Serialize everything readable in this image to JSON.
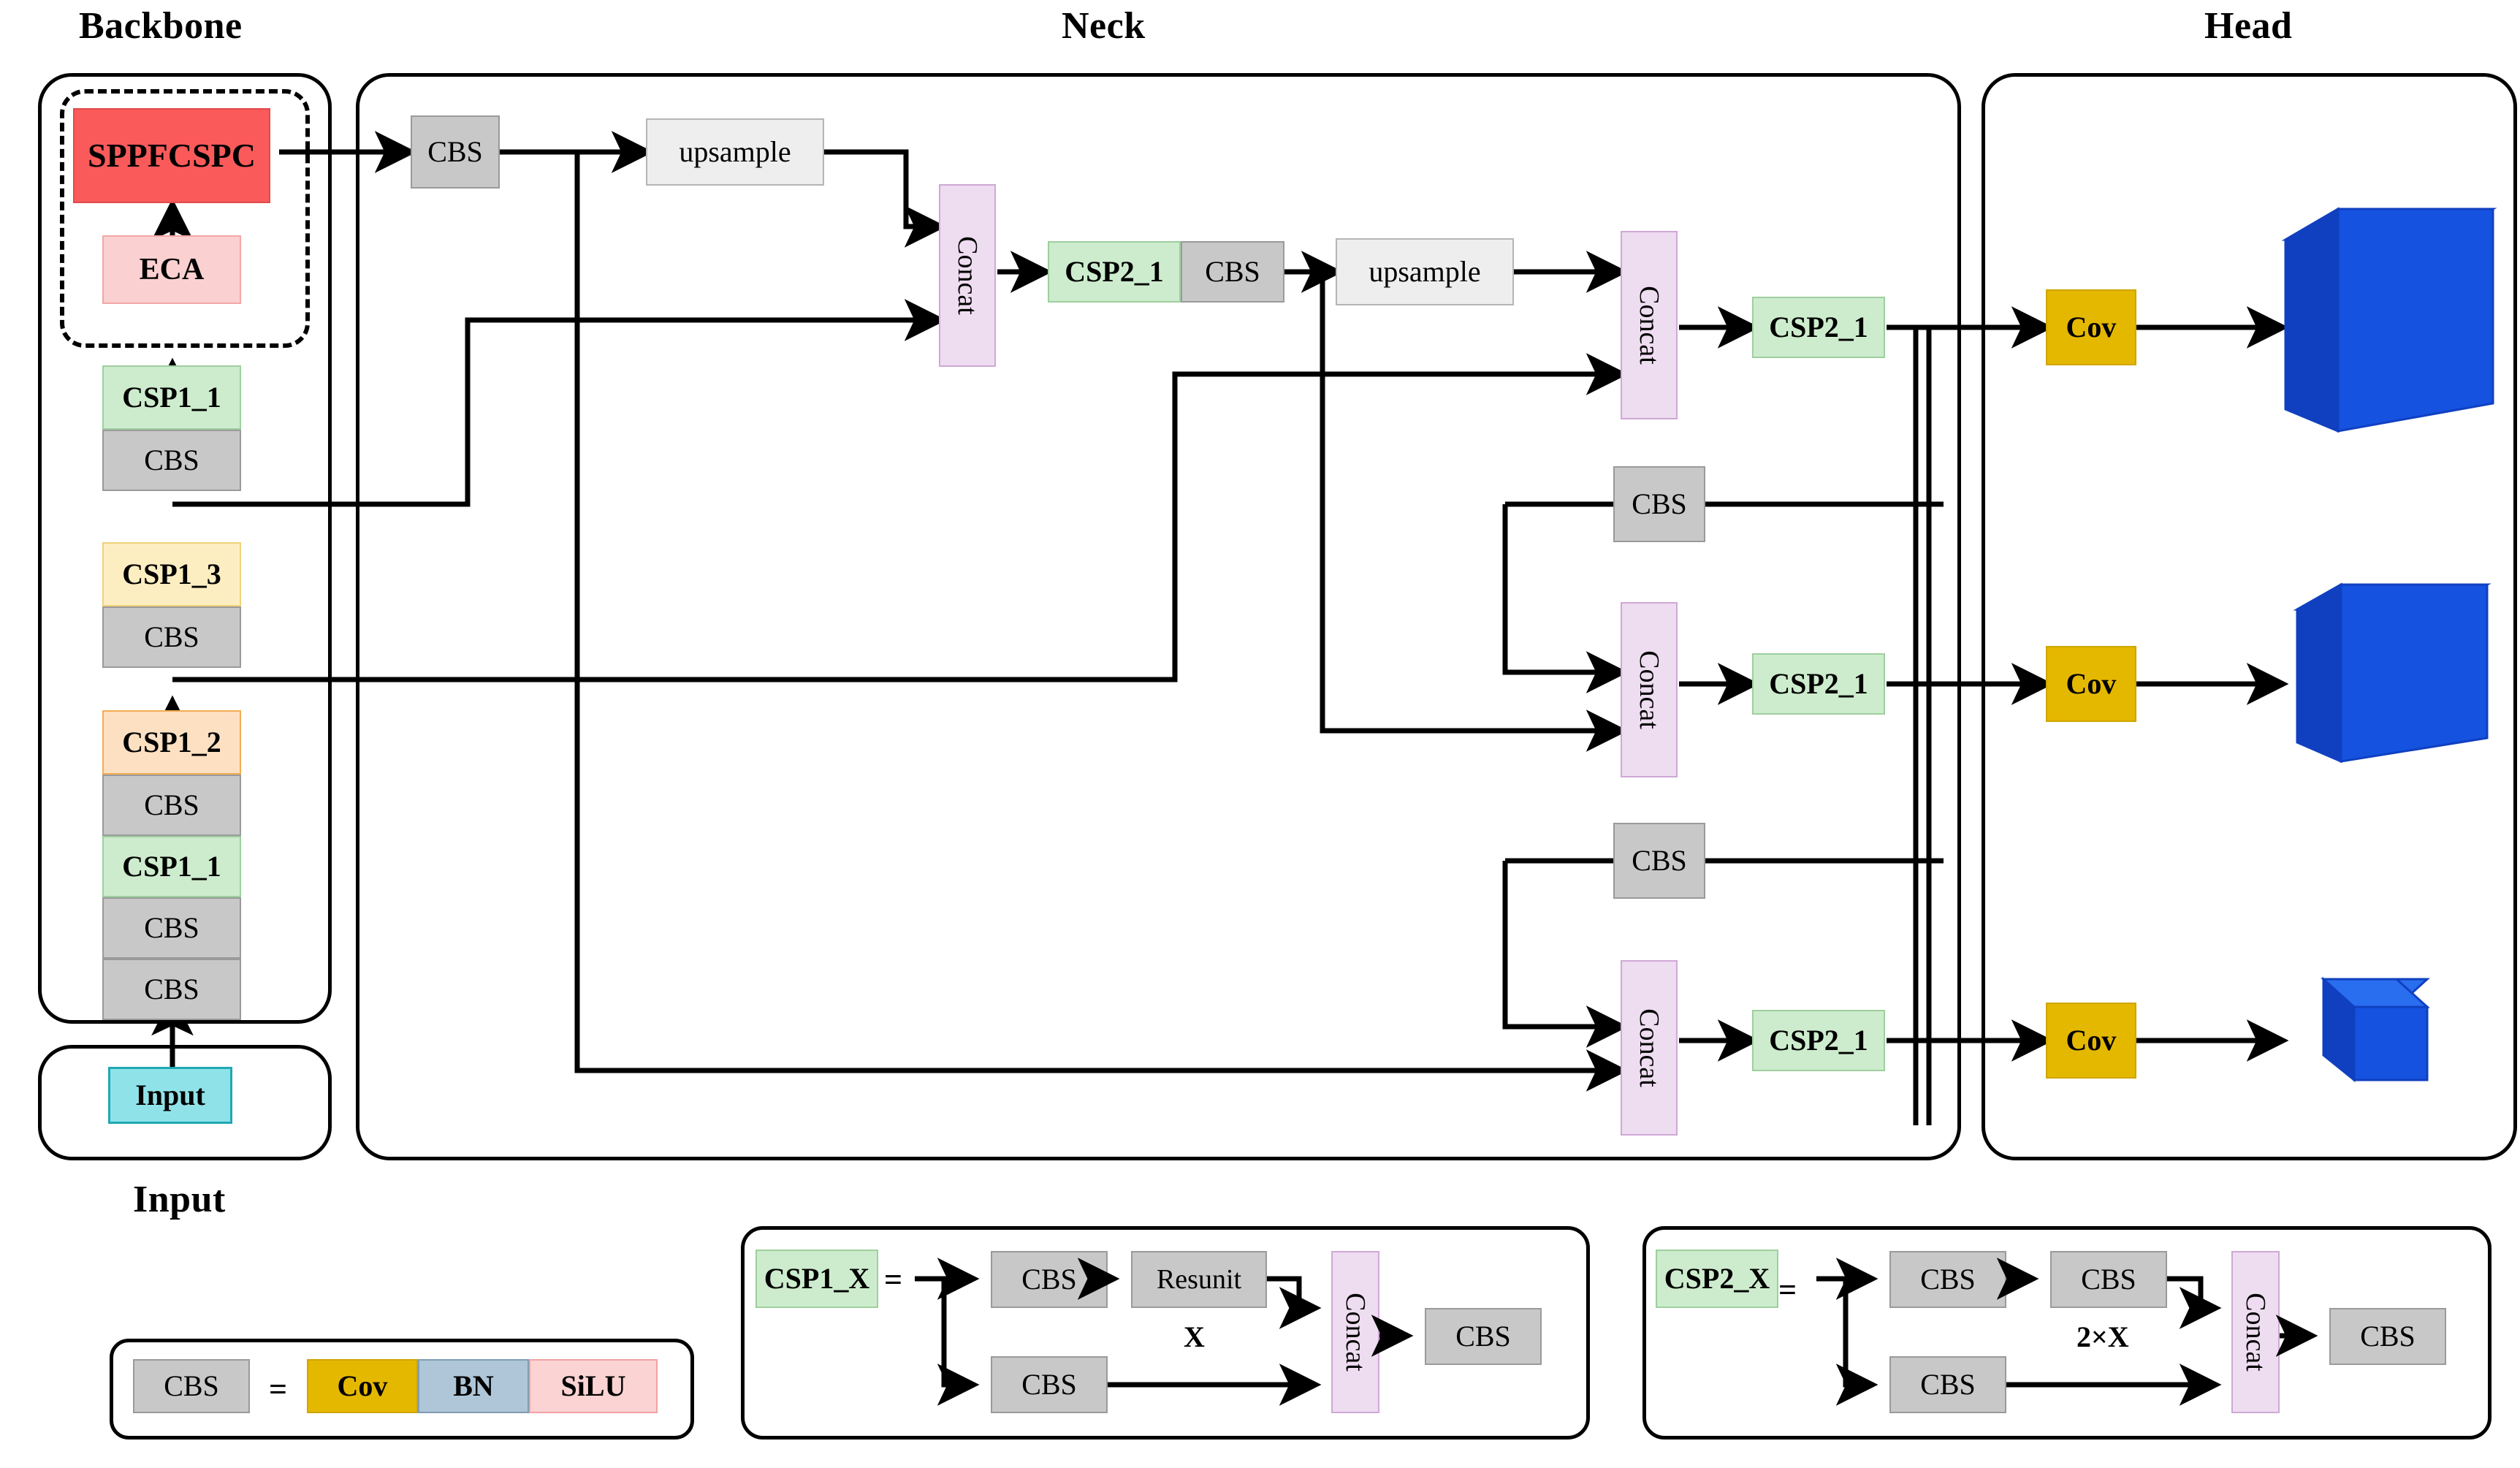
{
  "titles": {
    "backbone": "Backbone",
    "neck": "Neck",
    "head": "Head",
    "input_caption": "Input"
  },
  "backbone": {
    "attention_group": [
      "SPPFCSPC",
      "ECA"
    ],
    "stack": [
      {
        "label": "CSP1_1",
        "style": "csp1-1"
      },
      {
        "label": "CBS",
        "style": "cbs"
      },
      {
        "label": "CSP1_3",
        "style": "csp1-3"
      },
      {
        "label": "CBS",
        "style": "cbs"
      },
      {
        "label": "CSP1_2",
        "style": "csp1-2"
      },
      {
        "label": "CBS",
        "style": "cbs"
      },
      {
        "label": "CSP1_1",
        "style": "csp1-1"
      },
      {
        "label": "CBS",
        "style": "cbs"
      },
      {
        "label": "CBS",
        "style": "cbs"
      }
    ],
    "input": "Input"
  },
  "neck": {
    "cbs_top": "CBS",
    "upsample_1": "upsample",
    "concat_1": "Concat",
    "csp2_1_a": "CSP2_1",
    "cbs_mid": "CBS",
    "upsample_2": "upsample",
    "concat_2": "Concat",
    "csp2_1_b": "CSP2_1",
    "cbs_down_1": "CBS",
    "concat_3": "Concat",
    "csp2_1_c": "CSP2_1",
    "cbs_down_2": "CBS",
    "concat_4": "Concat",
    "csp2_1_d": "CSP2_1"
  },
  "head": {
    "cov_1": "Cov",
    "cov_2": "Cov",
    "cov_3": "Cov"
  },
  "legend_cbs": {
    "name": "CBS",
    "equals": "=",
    "parts": [
      "Cov",
      "BN",
      "SiLU"
    ]
  },
  "legend_csp1": {
    "name": "CSP1_X",
    "equals": "=",
    "top_blocks": [
      "CBS",
      "Resunit"
    ],
    "repeat_label": "X",
    "bottom_block": "CBS",
    "concat": "Concat",
    "out_block": "CBS"
  },
  "legend_csp2": {
    "name": "CSP2_X",
    "equals": "=",
    "top_blocks": [
      "CBS",
      "CBS"
    ],
    "repeat_label": "2×X",
    "bottom_block": "CBS",
    "concat": "Concat",
    "out_block": "CBS"
  },
  "colors": {
    "sppfcspc": "#fa5a5a",
    "eca": "#fbd0d0",
    "csp1_1": "#cdeccd",
    "csp1_2": "#fde0c2",
    "csp1_3": "#fdeec2",
    "csp2": "#cdeccd",
    "cbs": "#c8c8c8",
    "upsample": "#eeeeee",
    "concat": "#eedcf0",
    "input": "#8fe3e8",
    "cov": "#e5b800",
    "bn": "#aec6d8",
    "silu": "#fbd3d3",
    "cube": "#1552e0",
    "cube_top": "#2a6ef0",
    "cube_side": "#1040c0"
  }
}
